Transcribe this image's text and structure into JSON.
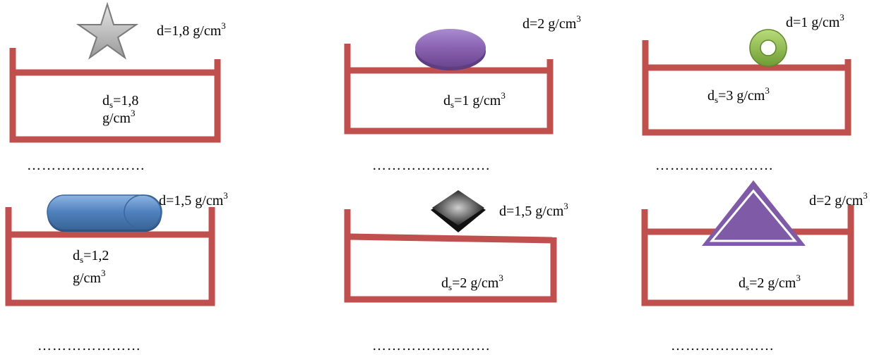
{
  "panels": [
    {
      "object": "star-icon",
      "object_color": "#b3b3b3",
      "density": "d=1,8 g/cm",
      "liquid_density_l1": "d",
      "liquid_density_l1_sub": "s",
      "liquid_density_l1_rest": "=1,8",
      "liquid_density_l2": "g/cm",
      "exponent": "3",
      "answer": "……………………"
    },
    {
      "object": "ellipse-icon",
      "object_color": "#8a62b2",
      "density": "d=2 g/cm",
      "liquid_density_l1": "d",
      "liquid_density_l1_sub": "s",
      "liquid_density_l1_rest": "=1  g/cm",
      "exponent": "3",
      "answer": "……………………"
    },
    {
      "object": "ring-icon",
      "object_color": "#8fbf4a",
      "density": "d=1  g/cm",
      "liquid_density_l1": "d",
      "liquid_density_l1_sub": "s",
      "liquid_density_l1_rest": "=3  g/cm",
      "exponent": "3",
      "answer": "……………………"
    },
    {
      "object": "capsule-icon",
      "object_color": "#4f81bd",
      "density": "d=1,5 g/cm",
      "liquid_density_l1": "d",
      "liquid_density_l1_sub": "s",
      "liquid_density_l1_rest": "=1,2",
      "liquid_density_l2": "g/cm",
      "exponent": "3",
      "answer": "…………………"
    },
    {
      "object": "diamond-icon",
      "object_color": "#555555",
      "density": "d=1,5 g/cm",
      "liquid_density_l1": "d",
      "liquid_density_l1_sub": "s",
      "liquid_density_l1_rest": "=2 g/cm",
      "exponent": "3",
      "answer": "……………………"
    },
    {
      "object": "triangle-icon",
      "object_color": "#7f5aa6",
      "density": "d=2  g/cm",
      "liquid_density_l1": "d",
      "liquid_density_l1_sub": "s",
      "liquid_density_l1_rest": "=2 g/cm",
      "exponent": "3",
      "answer": "…………………"
    }
  ],
  "colors": {
    "container": "#c0504d"
  }
}
